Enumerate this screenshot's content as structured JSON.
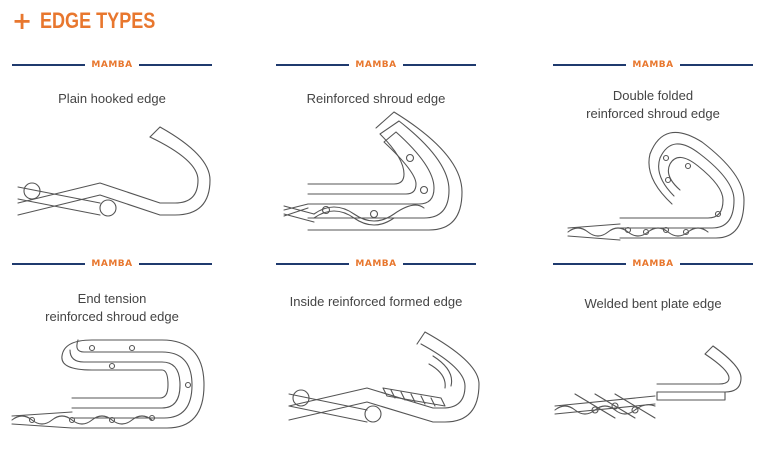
{
  "header": {
    "plus": "+",
    "title": "EDGE TYPES"
  },
  "brand": {
    "logo_text": "MAMBA"
  },
  "edges": [
    {
      "lines": [
        "Plain hooked edge"
      ]
    },
    {
      "lines": [
        "Reinforced shroud edge"
      ]
    },
    {
      "lines": [
        "Double folded",
        "reinforced shroud edge"
      ]
    },
    {
      "lines": [
        "End tension",
        "reinforced shroud edge"
      ]
    },
    {
      "lines": [
        "Inside reinforced formed edge"
      ]
    },
    {
      "lines": [
        "Welded bent plate edge"
      ]
    }
  ],
  "colors": {
    "accent": "#e8772e",
    "divider": "#1f3a6e",
    "line_art": "#555555"
  }
}
